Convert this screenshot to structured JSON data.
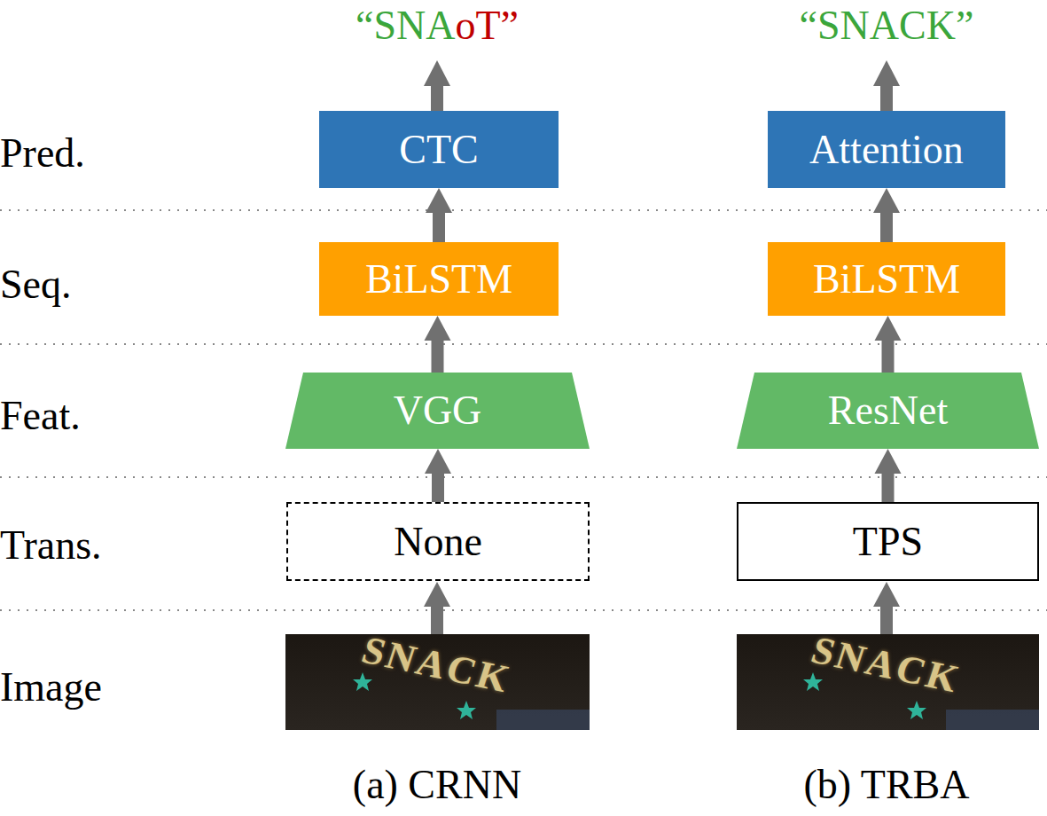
{
  "diagram": {
    "nodes": [
      {
        "text": [
          "CTC"
        ]
      },
      {
        "text": [
          "BiLSTM"
        ]
      },
      {
        "text": [
          "VGG"
        ]
      },
      {
        "text": [
          "None"
        ]
      },
      {
        "text": [
          "Attention"
        ]
      },
      {
        "text": [
          "BiLSTM"
        ]
      },
      {
        "text": [
          "ResNet"
        ]
      },
      {
        "text": [
          "TPS"
        ]
      }
    ],
    "edges": [
      {
        "from": 3,
        "to": 2,
        "arrow": "to"
      },
      {
        "from": 2,
        "to": 1,
        "arrow": "to"
      },
      {
        "from": 1,
        "to": 0,
        "arrow": "to"
      },
      {
        "from": 7,
        "to": 6,
        "arrow": "to"
      },
      {
        "from": 6,
        "to": 5,
        "arrow": "to"
      },
      {
        "from": 5,
        "to": 4,
        "arrow": "to"
      }
    ],
    "labels": [
      "“SNA",
      "oT”",
      "“SNACK”",
      "Pred.",
      "Seq.",
      "Feat.",
      "Trans.",
      "Image",
      "SNACK",
      "SNACK",
      "(a) CRNN",
      "(b) TRBA"
    ]
  }
}
